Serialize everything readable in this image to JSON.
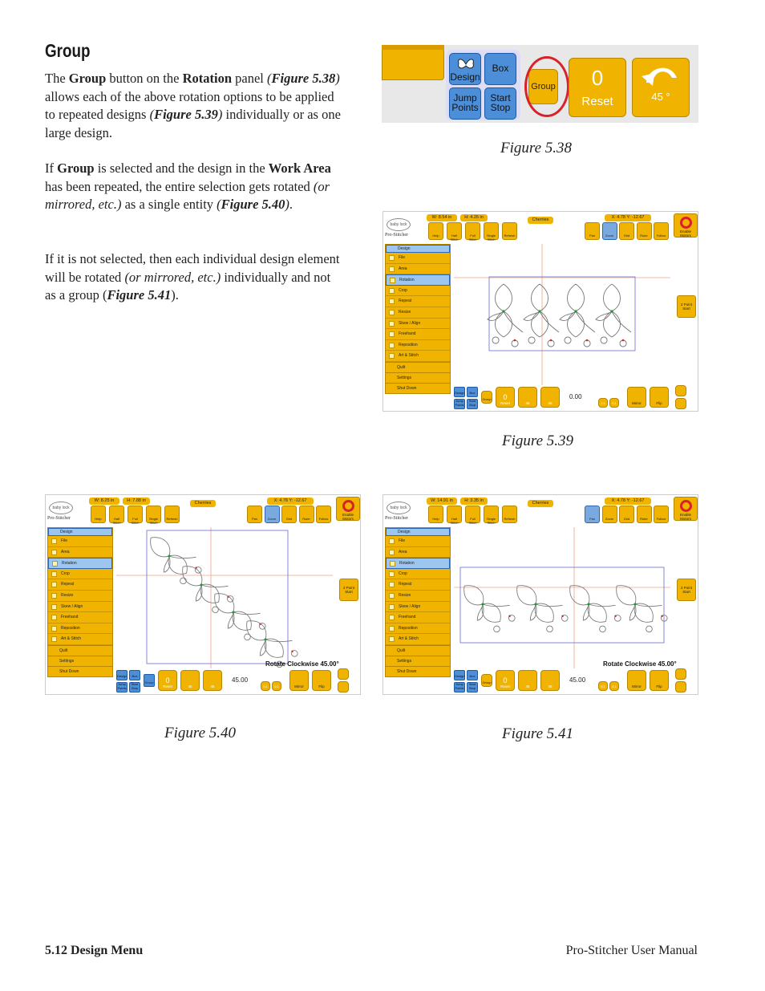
{
  "heading": "Group",
  "paragraphs": {
    "p1": {
      "a": "The ",
      "b": "Group",
      "c": " button on the ",
      "d": "Rotation",
      "e": " panel ",
      "f": "(",
      "g": "Figure 5.38",
      "h": ")",
      "i": " allows each of the above rotation options to be applied to repeated designs ",
      "j": "(",
      "k": "Figure 5.39",
      "l": ")",
      "m": " individually or as one large design."
    },
    "p2": {
      "a": "If ",
      "b": "Group",
      "c": " is selected and the design in the ",
      "d": "Work Area",
      "e": " has been repeated, the entire selection gets rotated ",
      "f": "(or mirrored, etc.)",
      "g": " as a single entity ",
      "h": "(",
      "i": "Figure 5.40",
      "j": ")",
      "k": "."
    },
    "p3": {
      "a": "If it is not selected, then each individual design element will be rotated ",
      "b": "(or mirrored, etc.)",
      "c": " individually and not as a group (",
      "d": "Figure 5.41",
      "e": ")."
    }
  },
  "captions": {
    "fig38": "Figure 5.38",
    "fig39": "Figure 5.39",
    "fig40": "Figure 5.40",
    "fig41": "Figure 5.41"
  },
  "fig38": {
    "design": "Design",
    "box": "Box",
    "jump_points": "Jump Points",
    "start_stop": "Start Stop",
    "group": "Group",
    "reset_value": "0",
    "reset": "Reset",
    "angle": "45 °",
    "highlight_color": "#d8222a"
  },
  "screens": {
    "logo": "baby lock",
    "brand": "Pro-Stitcher",
    "design_name": "Cherries",
    "coords": "X: 4.78   Y: -12.67",
    "toolbar_left": [
      "Help",
      "Half Stitch",
      "Full Stitch",
      "Single Stitch",
      "Refresh"
    ],
    "toolbar_right": [
      "Pan",
      "Zoom",
      "Grid",
      "Ruler",
      "Follow"
    ],
    "motors": "Enable Motors",
    "side_head": "Design",
    "side_items": [
      "File",
      "Area",
      "Rotation",
      "Crop",
      "Repeat",
      "Resize",
      "Skew / Align",
      "Freehand",
      "Reposition",
      "Art & Stitch"
    ],
    "side_foot": [
      "Quilt",
      "Settings",
      "Shut Down"
    ],
    "two_point": "2 Point Start",
    "bottom": {
      "design": "Design",
      "box": "Box",
      "jump": "Jump Points",
      "start": "Start Stop",
      "group": "Group",
      "reset_val": "0",
      "reset": "Reset",
      "ccw": "45",
      "cw": "45",
      "mirror": "Mirror",
      "flip": "Flip",
      "quarter1": "0.1",
      "quarter2": "0.1"
    },
    "s39": {
      "w": "W: 8.54 in",
      "h": "H: 4.26 in",
      "angle": "0.00"
    },
    "s40": {
      "w": "W: 8.25 in",
      "h": "H: 7.88 in",
      "angle": "45.00",
      "msg": "Rotate Clockwise 45.00°"
    },
    "s41": {
      "w": "W: 14.91 in",
      "h": "H: 3.35 in",
      "angle": "45.00",
      "msg": "Rotate Clockwise 45.00°"
    }
  },
  "colors": {
    "yellow": "#f0b400",
    "blue": "#4c8fd8",
    "red": "#d8222a"
  },
  "footer": {
    "left": "5.12 Design Menu",
    "right": "Pro-Stitcher User Manual"
  }
}
